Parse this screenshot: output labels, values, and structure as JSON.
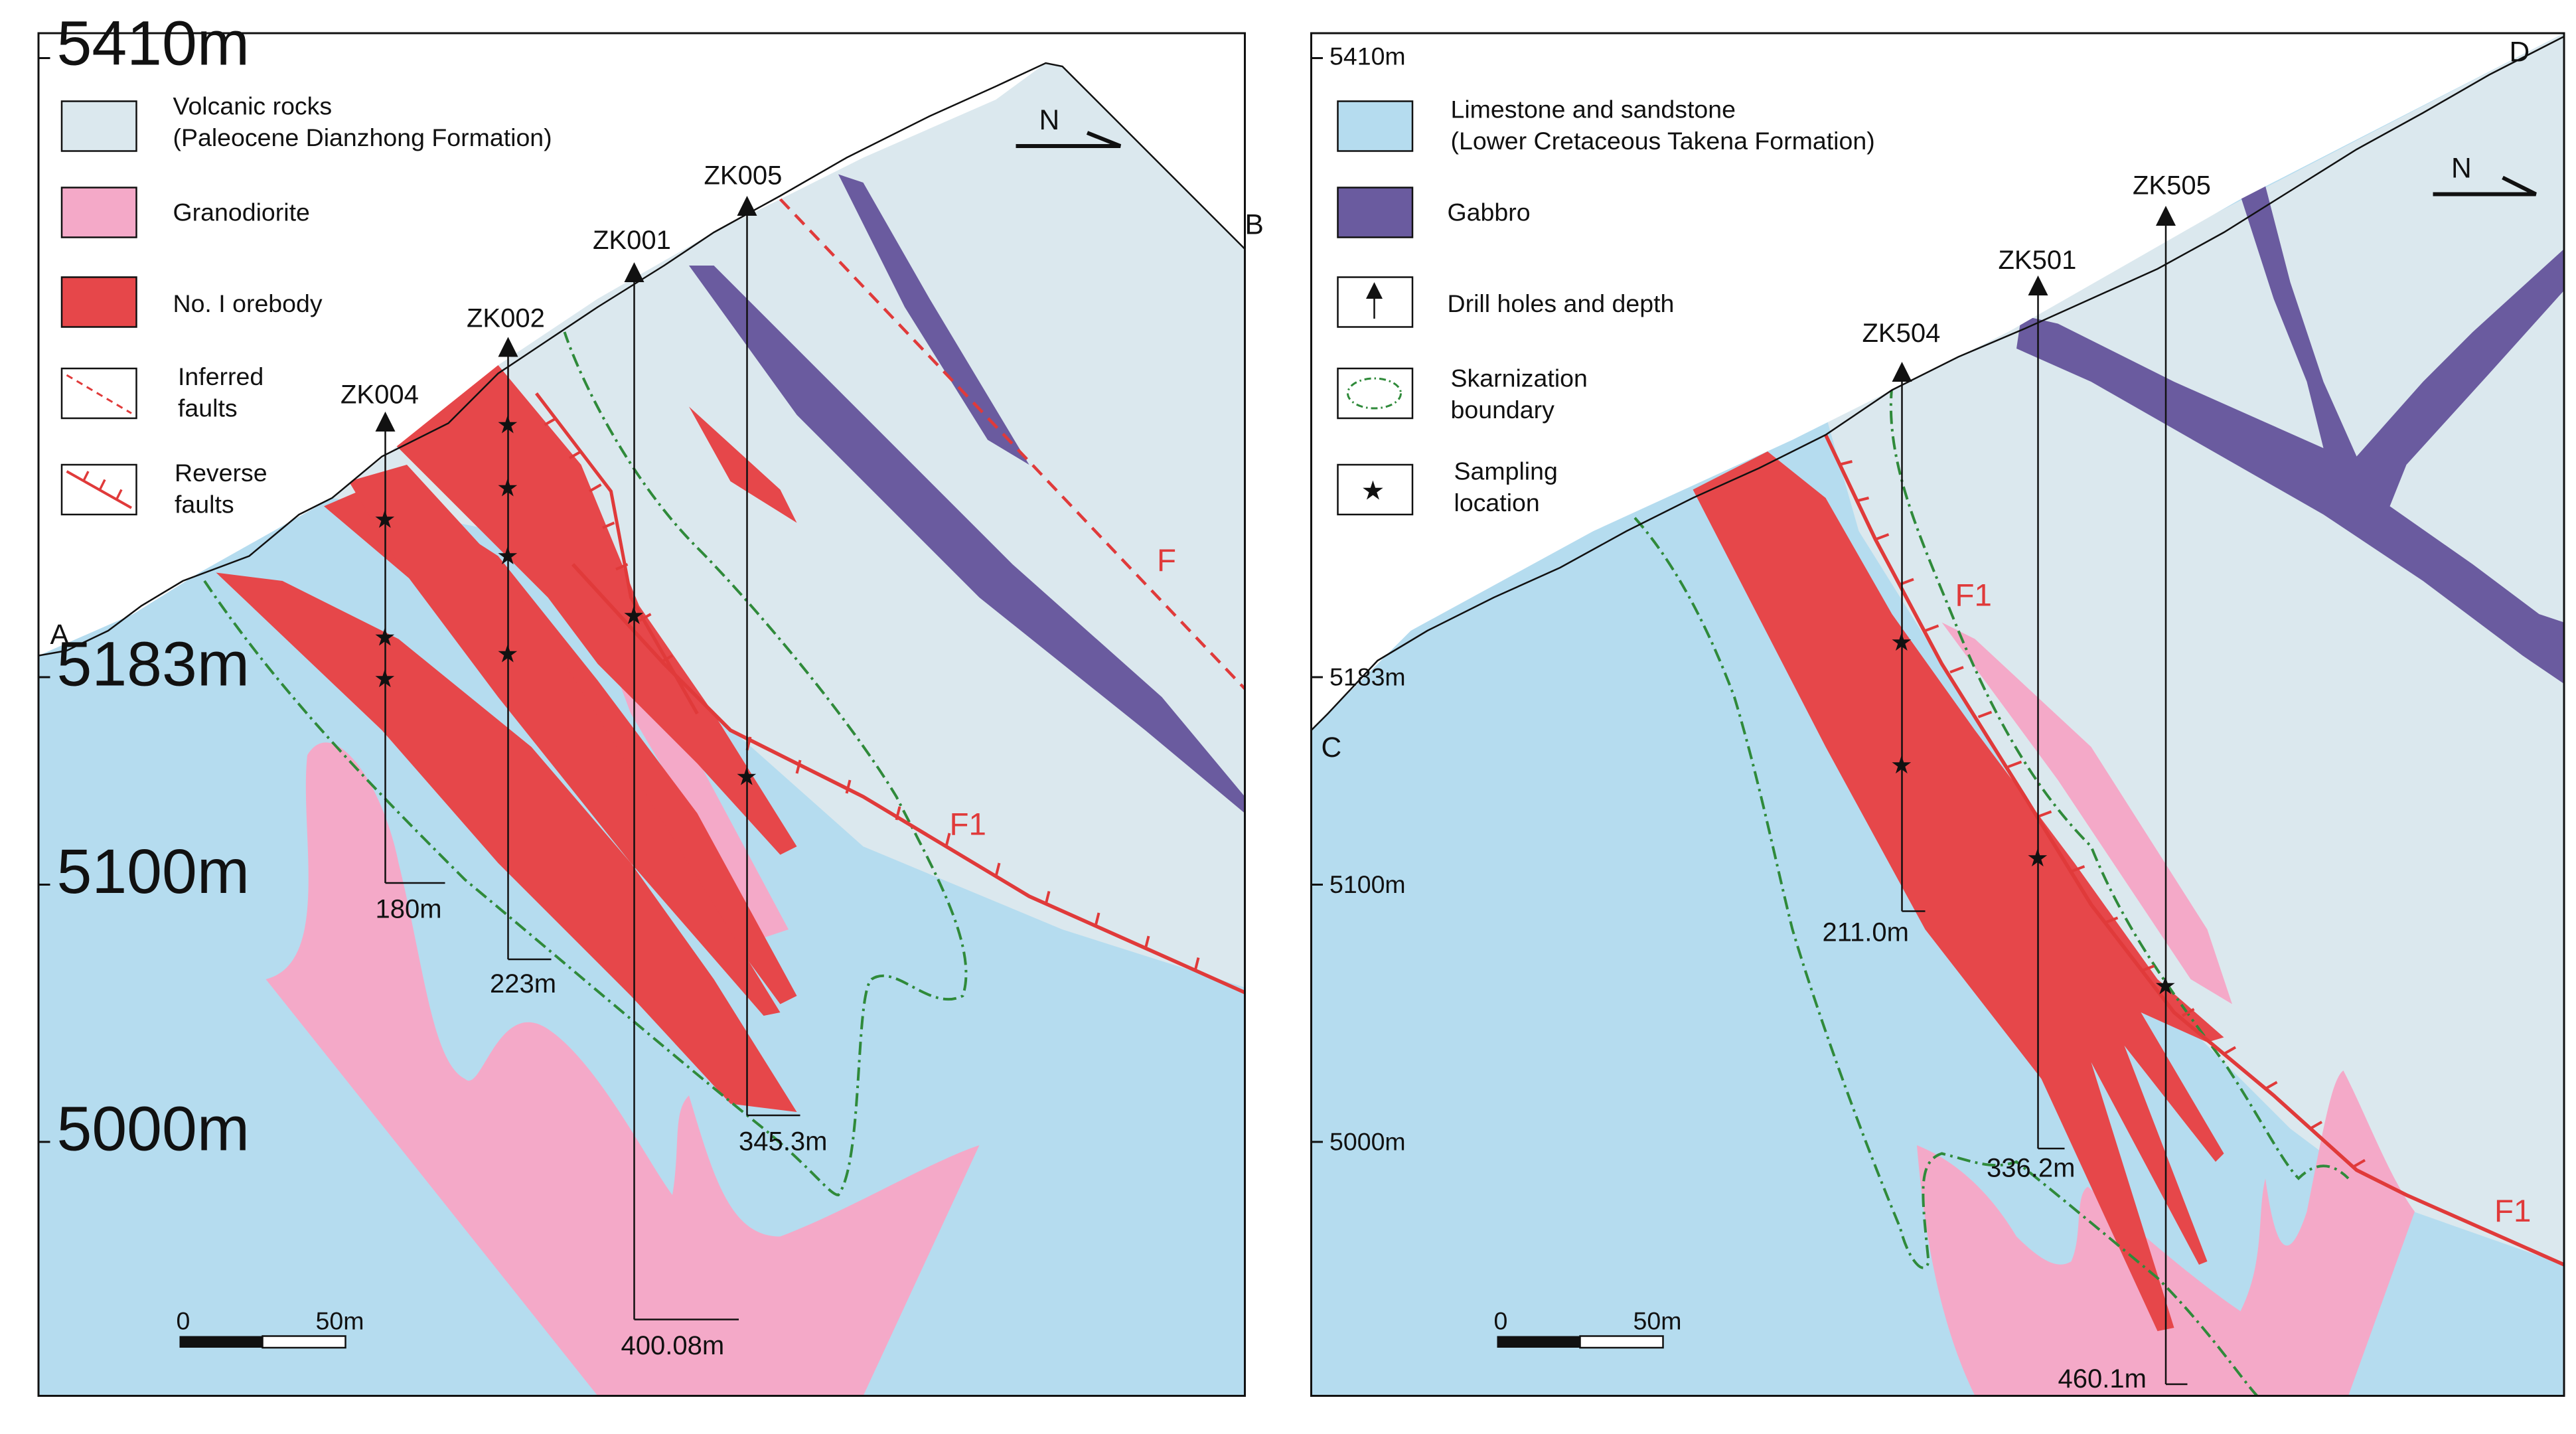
{
  "colors": {
    "volcanic": "#dbe8ee",
    "limestone": "#b5dcef",
    "granodiorite": "#f4a9c8",
    "orebody": "#e6474a",
    "gabbro": "#6a5b9f",
    "fault": "#e03a3a",
    "skarn": "#2f8a3a",
    "ink": "#111111"
  },
  "left_section": {
    "elevations": [
      "5410m",
      "5183m",
      "5100m",
      "5000m"
    ],
    "corner_labels": {
      "start": "A",
      "end": "B"
    },
    "north_arrow": "N",
    "fault_labels": [
      "F",
      "F1"
    ],
    "drill_holes": [
      {
        "name": "ZK004",
        "depth": "180m"
      },
      {
        "name": "ZK002",
        "depth": "223m"
      },
      {
        "name": "ZK001",
        "depth": "400.08m"
      },
      {
        "name": "ZK005",
        "depth": "345.3m"
      }
    ],
    "scale_bar": {
      "start": "0",
      "end": "50m"
    },
    "legend": [
      {
        "line1": "Volcanic rocks",
        "line2": "(Paleocene Dianzhong Formation)",
        "kind": "fill-volcanic"
      },
      {
        "line1": "Granodiorite",
        "line2": "",
        "kind": "fill-granodiorite"
      },
      {
        "line1": "No. I orebody",
        "line2": "",
        "kind": "fill-orebody"
      },
      {
        "line1": "Inferred",
        "line2": "faults",
        "kind": "inferred-fault-icon"
      },
      {
        "line1": "Reverse",
        "line2": "faults",
        "kind": "reverse-fault-icon"
      }
    ]
  },
  "right_section": {
    "elevations": [
      "5410m",
      "5183m",
      "5100m",
      "5000m"
    ],
    "corner_labels": {
      "start": "C",
      "end": "D"
    },
    "north_arrow": "N",
    "fault_labels": [
      "F1",
      "F1"
    ],
    "drill_holes": [
      {
        "name": "ZK504",
        "depth": "211.0m"
      },
      {
        "name": "ZK501",
        "depth": "336.2m"
      },
      {
        "name": "ZK505",
        "depth": "460.1m"
      }
    ],
    "scale_bar": {
      "start": "0",
      "end": "50m"
    },
    "legend": [
      {
        "line1": "Limestone and sandstone",
        "line2": "(Lower Cretaceous Takena Formation)",
        "kind": "fill-limestone"
      },
      {
        "line1": "Gabbro",
        "line2": "",
        "kind": "fill-gabbro"
      },
      {
        "line1": "Drill holes and depth",
        "line2": "",
        "kind": "drill-hole-icon"
      },
      {
        "line1": "Skarnization",
        "line2": "boundary",
        "kind": "skarn-boundary-icon"
      },
      {
        "line1": "Sampling",
        "line2": "location",
        "kind": "sample-star-icon"
      }
    ]
  }
}
